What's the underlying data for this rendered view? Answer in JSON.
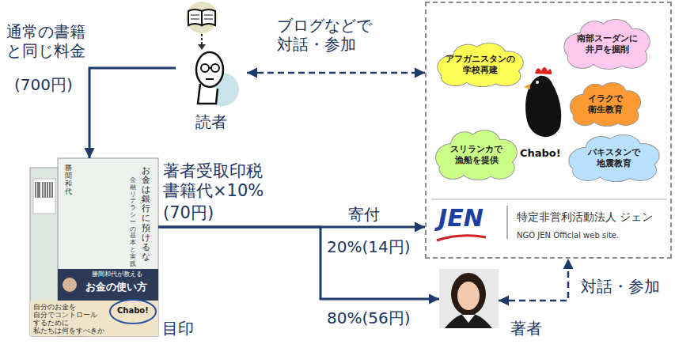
{
  "diagram": {
    "nodes": [
      {
        "text": [
          "読者"
        ]
      },
      {
        "text": [
          "お金は銀行に預けるな",
          "金融リテラシーの基本と実践",
          "勝間和代",
          "勝間和代が教える",
          "お金の使い方",
          "自分のお金を 自分でコントロール するために 私たちは何をすべきか",
          "Chabo!",
          "目印"
        ]
      },
      {
        "text": [
          "Chabo!",
          "JEN",
          "特定非営利活動法人 ジェン",
          "NGO JEN Official web site."
        ]
      },
      {
        "text": [
          "アフガニスタンの 学校再建"
        ],
        "in": 2
      },
      {
        "text": [
          "南部スーダンに 井戸を掘削"
        ],
        "in": 2
      },
      {
        "text": [
          "イラクで 衛生教育"
        ],
        "in": 2
      },
      {
        "text": [
          "スリランカで 漁船を提供"
        ],
        "in": 2
      },
      {
        "text": [
          "パキスタンで 地震教育"
        ],
        "in": 2
      },
      {
        "text": [
          "著者"
        ]
      }
    ],
    "edges": [
      {
        "from": 0,
        "to": 1,
        "arrow": "to"
      },
      {
        "from": 0,
        "to": 2,
        "arrow": "both",
        "label": "ブログなどで 対話・参加"
      },
      {
        "from": 1,
        "to": 2,
        "arrow": "to",
        "label": "20%(14円)"
      },
      {
        "from": 1,
        "to": 8,
        "arrow": "to",
        "label": "80%(56円)"
      },
      {
        "from": 8,
        "to": 2,
        "arrow": "both",
        "label": "対話・参加"
      }
    ],
    "labels": [
      "通常の書籍 と同じ料金",
      "(700円)",
      "著者受取印税 書籍代×10%",
      "(70円)",
      "寄付"
    ]
  }
}
